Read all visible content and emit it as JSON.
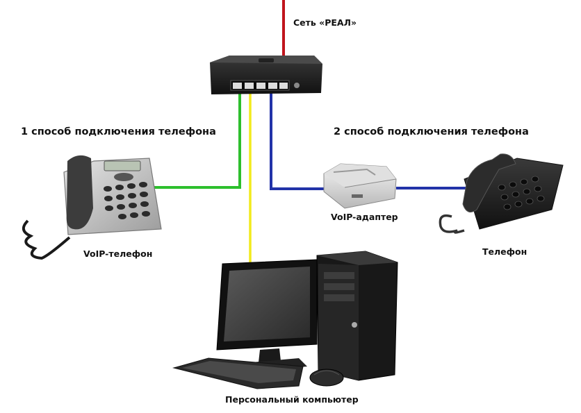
{
  "labels": {
    "network": "Сеть «РЕАЛ»",
    "method1": "1 способ подключения телефона",
    "method2": "2 способ подключения телефона",
    "voip_phone": "VoIP-телефон",
    "voip_adapter": "VoIP-адаптер",
    "phone": "Телефон",
    "pc": "Персональный компьютер"
  },
  "colors": {
    "network_cable": "#c0141c",
    "voip_phone_cable": "#2dbf2d",
    "pc_cable": "#f2ea1c",
    "adapter_cable": "#2233a8",
    "background": "#ffffff"
  },
  "icons": [
    "router-icon",
    "voip-phone-icon",
    "voip-adapter-icon",
    "telephone-icon",
    "monitor-icon",
    "pc-tower-icon",
    "keyboard-icon",
    "mouse-icon"
  ]
}
